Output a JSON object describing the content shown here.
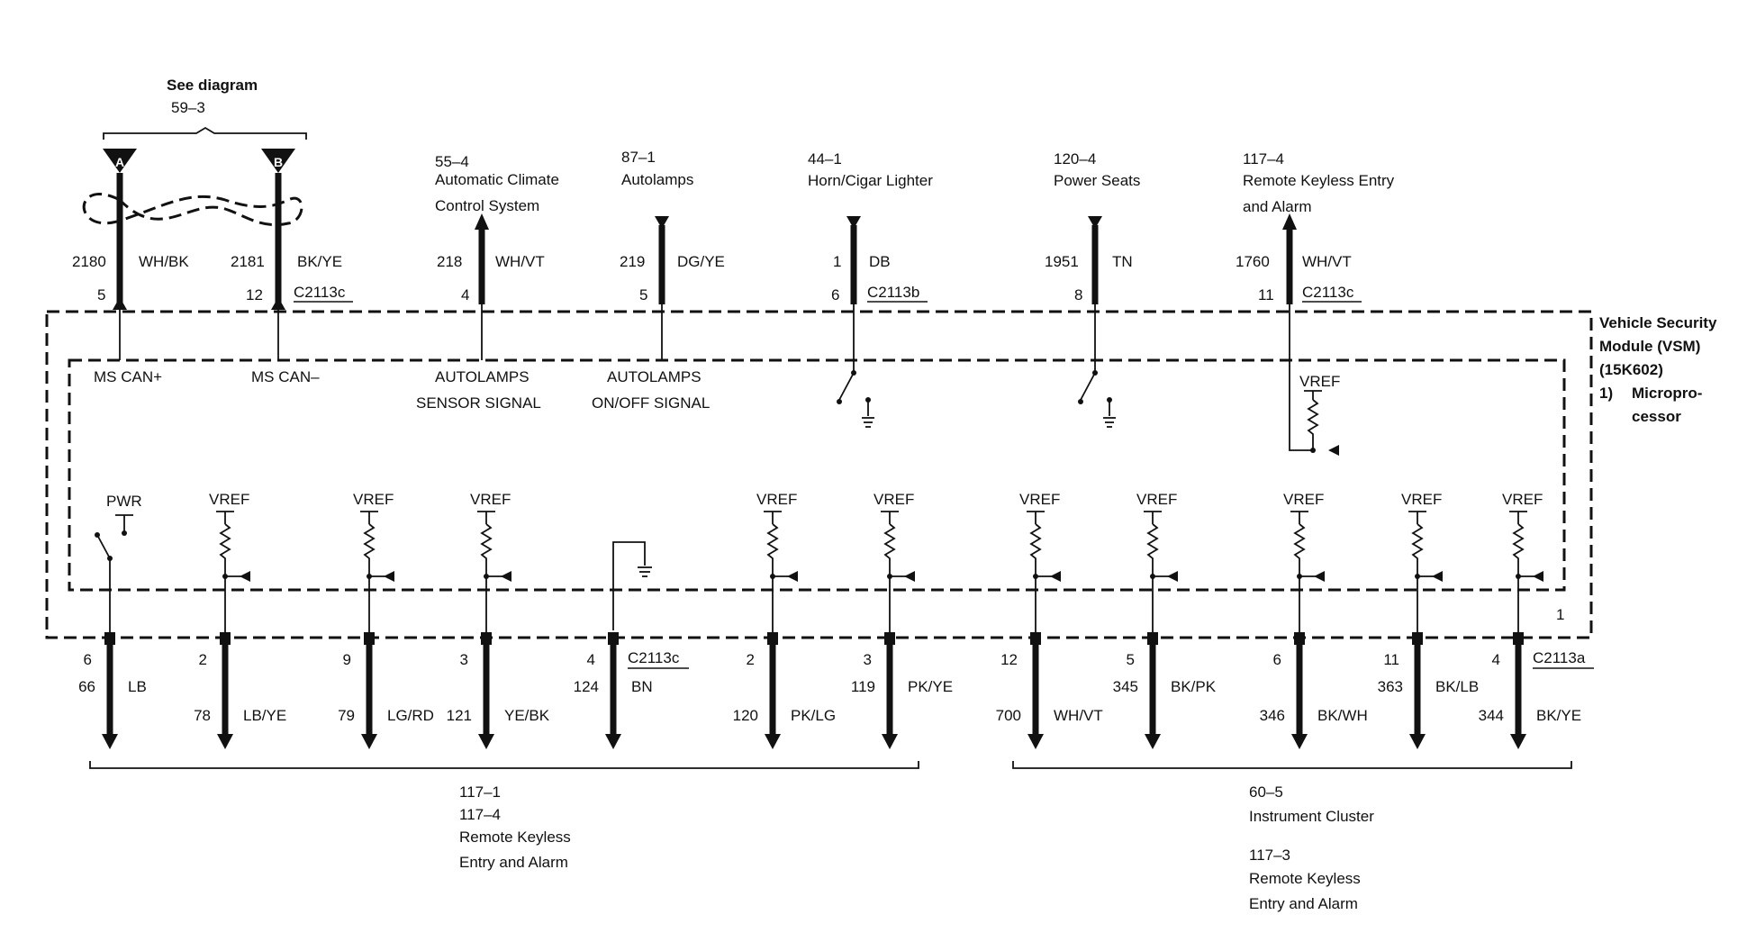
{
  "see_diagram": {
    "title": "See diagram",
    "ref": "59–3",
    "label_a": "A",
    "label_b": "B"
  },
  "module": {
    "name_lines": [
      "Vehicle Security",
      "Module (VSM)",
      "(15K602)"
    ],
    "item_num": "1)",
    "item_lines": [
      "Micropro-",
      "cessor"
    ],
    "pin1": "1"
  },
  "top_connections": [
    {
      "pin": "5",
      "circuit": "2180",
      "color": "WH/BK"
    },
    {
      "pin": "12",
      "circuit": "2181",
      "color": "BK/YE",
      "connector": "C2113c"
    },
    {
      "pin": "4",
      "circuit": "218",
      "color": "WH/VT",
      "ref": "55–4",
      "desc": [
        "Automatic Climate",
        "Control System"
      ]
    },
    {
      "pin": "5",
      "circuit": "219",
      "color": "DG/YE",
      "ref": "87–1",
      "desc": [
        "Autolamps"
      ]
    },
    {
      "pin": "6",
      "circuit": "1",
      "color": "DB",
      "ref": "44–1",
      "desc": [
        "Horn/Cigar Lighter"
      ],
      "connector": "C2113b"
    },
    {
      "pin": "8",
      "circuit": "1951",
      "color": "TN",
      "ref": "120–4",
      "desc": [
        "Power Seats"
      ]
    },
    {
      "pin": "11",
      "circuit": "1760",
      "color": "WH/VT",
      "ref": "117–4",
      "desc": [
        "Remote Keyless Entry",
        "and Alarm"
      ],
      "connector": "C2113c"
    }
  ],
  "internal_labels": {
    "ms_can_plus": "MS CAN+",
    "ms_can_minus": "MS CAN–",
    "autolamps_sensor": [
      "AUTOLAMPS",
      "SENSOR SIGNAL"
    ],
    "autolamps_onoff": [
      "AUTOLAMPS",
      "ON/OFF SIGNAL"
    ],
    "vref": "VREF",
    "pwr": "PWR"
  },
  "bottom_connections": [
    {
      "pin": "6",
      "circuit": "66",
      "color": "LB"
    },
    {
      "pin": "2",
      "circuit": "78",
      "color": "LB/YE"
    },
    {
      "pin": "9",
      "circuit": "79",
      "color": "LG/RD"
    },
    {
      "pin": "3",
      "circuit": "121",
      "color": "YE/BK"
    },
    {
      "pin": "4",
      "circuit": "124",
      "color": "BN",
      "connector": "C2113c"
    },
    {
      "pin": "2",
      "circuit": "120",
      "color": "PK/LG"
    },
    {
      "pin": "3",
      "circuit": "119",
      "color": "PK/YE"
    },
    {
      "pin": "12",
      "circuit": "700",
      "color": "WH/VT"
    },
    {
      "pin": "5",
      "circuit": "345",
      "color": "BK/PK"
    },
    {
      "pin": "6",
      "circuit": "346",
      "color": "BK/WH"
    },
    {
      "pin": "11",
      "circuit": "363",
      "color": "BK/LB"
    },
    {
      "pin": "4",
      "circuit": "344",
      "color": "BK/YE",
      "connector": "C2113a"
    }
  ],
  "bottom_groups": [
    {
      "lines": [
        "117–1",
        "117–4",
        "Remote Keyless",
        "Entry and Alarm"
      ]
    },
    {
      "lines": [
        "60–5",
        "Instrument Cluster",
        "",
        "117–3",
        "Remote Keyless",
        "Entry and Alarm"
      ]
    }
  ]
}
